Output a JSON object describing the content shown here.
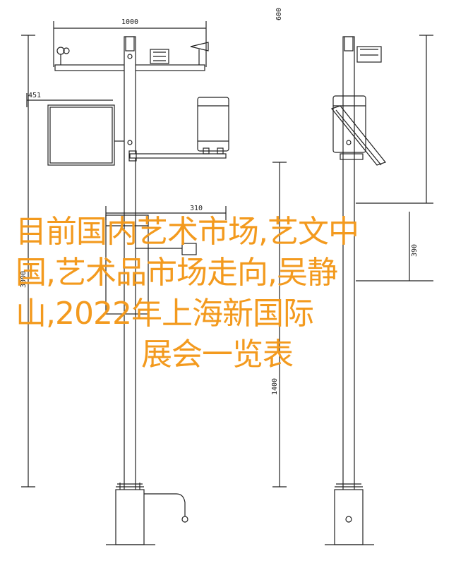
{
  "dimensions": {
    "top_width": "1000",
    "panel_width": "451",
    "mid_width": "310",
    "total_height": "3000",
    "right_top": "600",
    "right_mid": "390",
    "right_low": "1400"
  },
  "title_lines": [
    "目前国内艺术市场,艺文中",
    "国,艺术品市场走向,吴静",
    "山,2022年上海新国际",
    "展会一览表"
  ],
  "colors": {
    "line": "#222222",
    "title": "#f39a1e"
  }
}
